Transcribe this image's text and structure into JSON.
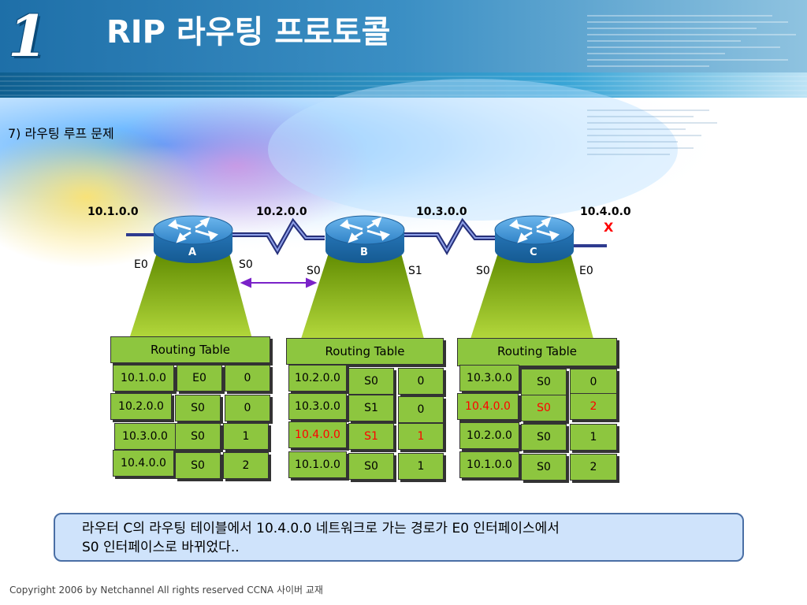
{
  "slide_number": "1",
  "title": "RIP 라우팅 프로토콜",
  "subtitle": "7) 라우팅 루프 문제",
  "networks": [
    "10.1.0.0",
    "10.2.0.0",
    "10.3.0.0",
    "10.4.0.0"
  ],
  "failure_mark": "X",
  "routers": [
    {
      "name": "A",
      "left_if": "E0",
      "right_if": "S0"
    },
    {
      "name": "B",
      "left_if": "S0",
      "right_if": "S1"
    },
    {
      "name": "C",
      "left_if": "S0",
      "right_if": "E0"
    }
  ],
  "table_header": "Routing Table",
  "tables": [
    {
      "router": "A",
      "rows": [
        {
          "net": "10.1.0.0",
          "iface": "E0",
          "hops": "0",
          "changed": false
        },
        {
          "net": "10.2.0.0",
          "iface": "S0",
          "hops": "0",
          "changed": false
        },
        {
          "net": "10.3.0.0",
          "iface": "S0",
          "hops": "1",
          "changed": false
        },
        {
          "net": "10.4.0.0",
          "iface": "S0",
          "hops": "2",
          "changed": false
        }
      ]
    },
    {
      "router": "B",
      "rows": [
        {
          "net": "10.2.0.0",
          "iface": "S0",
          "hops": "0",
          "changed": false
        },
        {
          "net": "10.3.0.0",
          "iface": "S1",
          "hops": "0",
          "changed": false
        },
        {
          "net": "10.4.0.0",
          "iface": "S1",
          "hops": "1",
          "changed": true
        },
        {
          "net": "10.1.0.0",
          "iface": "S0",
          "hops": "1",
          "changed": false
        }
      ]
    },
    {
      "router": "C",
      "rows": [
        {
          "net": "10.3.0.0",
          "iface": "S0",
          "hops": "0",
          "changed": false
        },
        {
          "net": "10.4.0.0",
          "iface": "S0",
          "hops": "2",
          "changed": true
        },
        {
          "net": "10.2.0.0",
          "iface": "S0",
          "hops": "1",
          "changed": false
        },
        {
          "net": "10.1.0.0",
          "iface": "S0",
          "hops": "2",
          "changed": false
        }
      ]
    }
  ],
  "note": {
    "line1": "라우터 C의 라우팅 테이블에서 10.4.0.0 네트워크로 가는 경로가 E0 인터페이스에서",
    "line2": "S0 인터페이스로 바뀌었다.."
  },
  "copyright": "Copyright 2006 by Netchannel All rights reserved CCNA 사이버 교재",
  "colors": {
    "header_blue": "#2d7fb8",
    "table_green": "#8dc63f",
    "router_blue": "#3a8fd0",
    "changed_red": "#ff0000",
    "exchange_arrow": "#7a22c8",
    "note_fill": "#cfe3fb"
  }
}
